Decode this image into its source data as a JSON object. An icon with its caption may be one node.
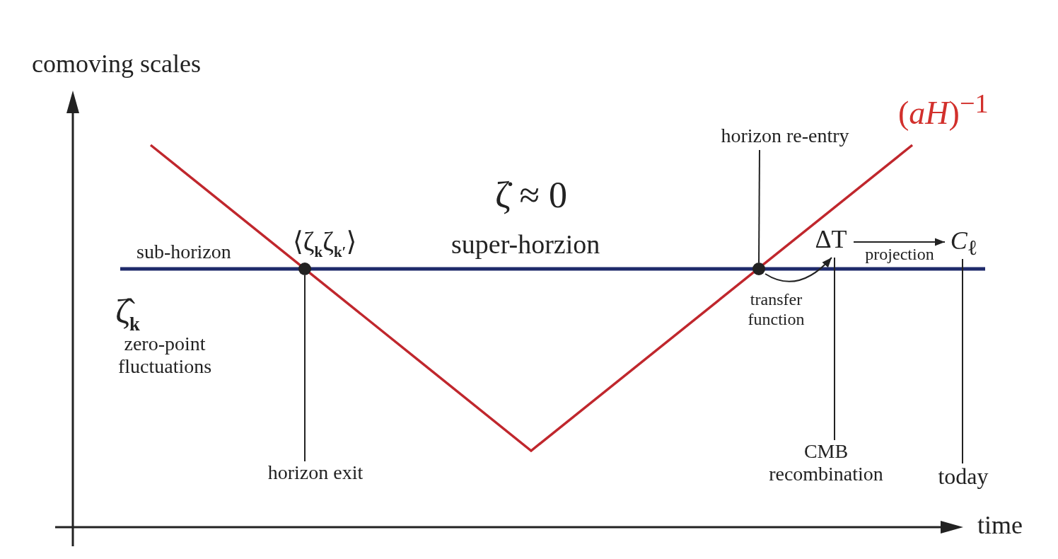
{
  "diagram": {
    "nodes": [
      {
        "text": [
          "horizon re-entry"
        ]
      },
      {
        "text": [
          "ΔT"
        ]
      },
      {
        "text": [
          "*C*$_{ℓ}$"
        ]
      },
      {
        "text": [],
        "shape": "circle"
      },
      {
        "text": [],
        "shape": "circle"
      },
      {
        "text": [
          "horizon exit"
        ]
      },
      {
        "text": [
          "CMB recombination"
        ]
      },
      {
        "text": [
          "today"
        ]
      }
    ],
    "edges": [
      {
        "from": 0,
        "to": 4,
        "arrow": "none"
      },
      {
        "from": 1,
        "to": 2,
        "arrow": "to",
        "label": "projection"
      },
      {
        "from": 4,
        "to": 1,
        "arrow": "to",
        "label": "transfer function"
      },
      {
        "from": 5,
        "to": 3,
        "arrow": "none"
      },
      {
        "from": 6,
        "to": 1,
        "arrow": "none"
      },
      {
        "from": 7,
        "to": 2,
        "arrow": "none"
      }
    ],
    "labels": [
      "comoving scales",
      "(*aH*)$^{−1}$",
      "ζ̇ ≈ 0",
      "super-horzion",
      "sub-horizon",
      "⟨ζ$_{k}$ζ$_{k′}$⟩",
      "ζ̂$_{k}$",
      "zero-point fluctuations",
      "time"
    ]
  }
}
